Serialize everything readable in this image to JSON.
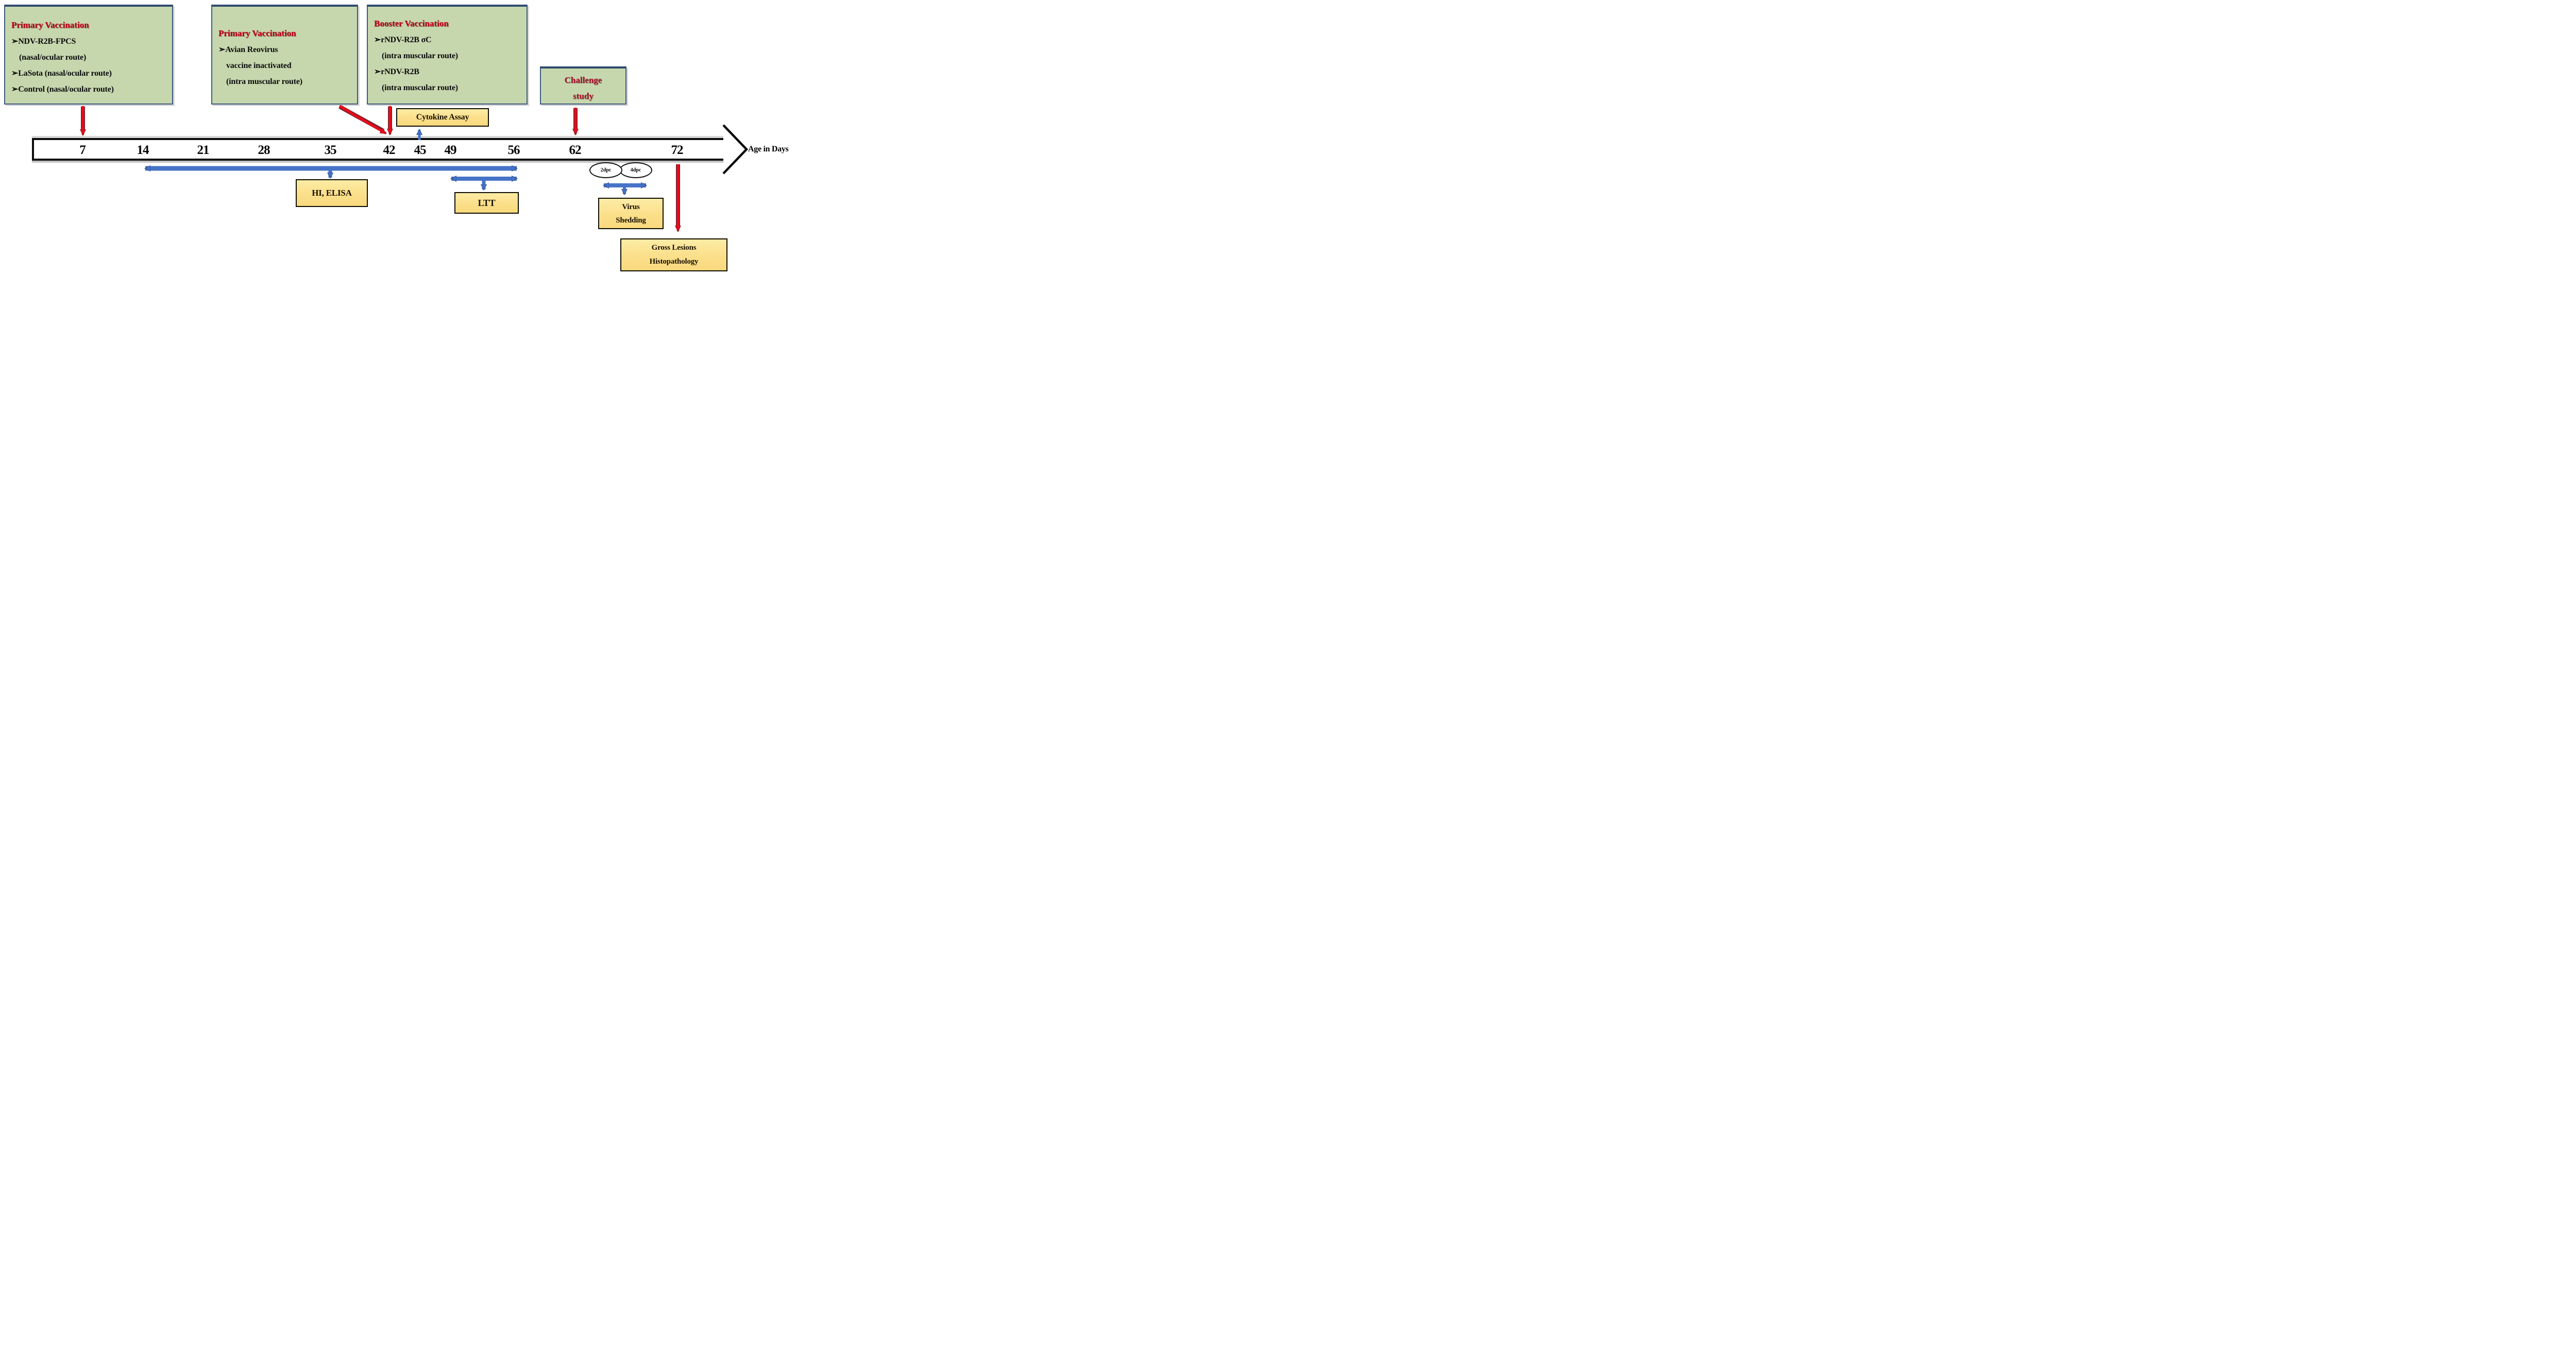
{
  "palette": {
    "green_box_fill": "#c6d7ae",
    "green_box_border": "#3d5a7e",
    "title_red": "#c00016",
    "challenge_red": "#a31329",
    "yellow_box_fill": "#fbdf8a",
    "arrow_red": "#ee0a16",
    "arrow_blue": "#4573c7",
    "timeline_black": "#0c0c0c"
  },
  "vaccination_boxes": {
    "primary_1": {
      "title": "Primary Vaccination",
      "lines": [
        "➢NDV-R2B-FPCS",
        "(nasal/ocular route)",
        "➢LaSota (nasal/ocular route)",
        "➢Control (nasal/ocular route)"
      ]
    },
    "primary_2": {
      "title": "Primary Vaccination",
      "lines": [
        "➢Avian Reovirus",
        "vaccine inactivated",
        "(intra muscular route)"
      ]
    },
    "booster": {
      "title": "Booster Vaccination",
      "lines": [
        "➢rNDV-R2B σC",
        "(intra muscular route)",
        "➢rNDV-R2B",
        "(intra muscular route)"
      ]
    },
    "challenge": {
      "line1": "Challenge",
      "line2": "study"
    }
  },
  "timeline": {
    "ticks": [
      "7",
      "14",
      "21",
      "28",
      "35",
      "42",
      "45",
      "49",
      "56",
      "62",
      "72"
    ],
    "axis_label": "Age in Days"
  },
  "assay_boxes": {
    "cytokine": "Cytokine Assay",
    "hi_elisa": "HI, ELISA",
    "ltt": "LTT",
    "virus_shedding": {
      "line1": "Virus",
      "line2": "Shedding"
    },
    "gross_lesions": {
      "line1": "Gross Lesions",
      "line2": "Histopathology"
    }
  },
  "markers": {
    "dpc2": "2dpc",
    "dpc4": "4dpc"
  }
}
